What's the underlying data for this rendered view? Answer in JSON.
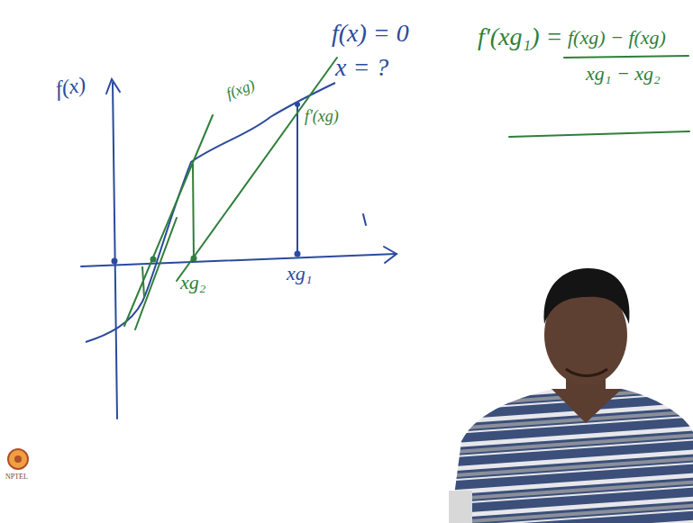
{
  "diagram": {
    "labels": [
      "f(x)",
      "f(x) = 0",
      "x = ?",
      "f(xg)",
      "f'(xg)",
      "xg₂",
      "xg₁",
      "f'(xg₁) =",
      "f(xg) − f(xg)",
      "xg₁ − xg₂",
      "NPTEL"
    ]
  }
}
